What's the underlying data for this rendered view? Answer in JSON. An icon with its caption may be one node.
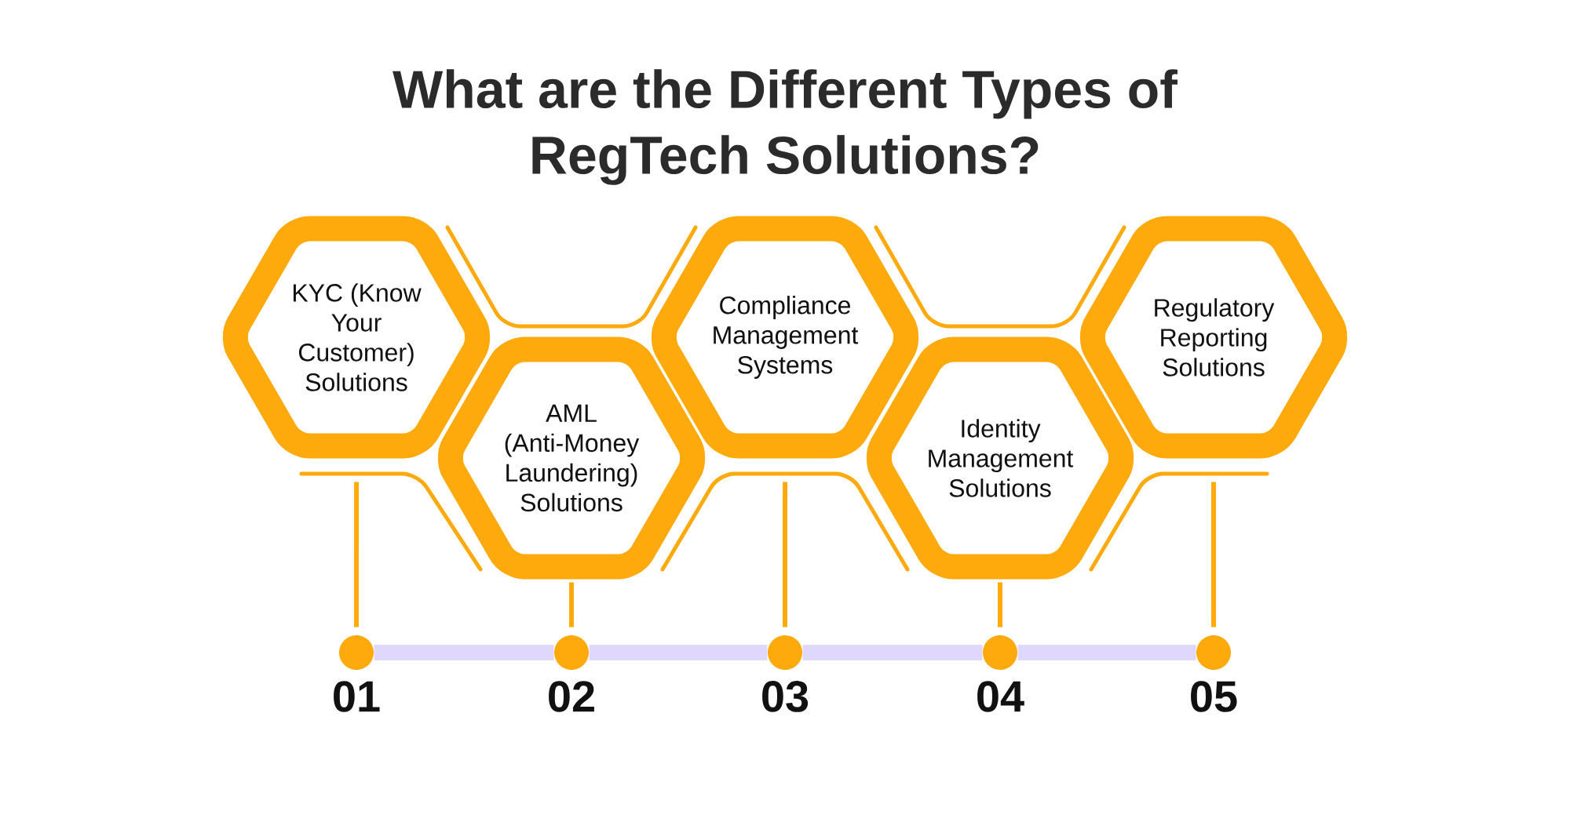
{
  "diagram": {
    "title": "What are the Different Types of RegTech Solutions?",
    "nodes": [
      {
        "text": [
          "KYC (Know Your Customer) Solutions"
        ]
      },
      {
        "text": [
          "AML (Anti-Money Laundering) Solutions"
        ]
      },
      {
        "text": [
          "Compliance Management Systems"
        ]
      },
      {
        "text": [
          "Identity Management Solutions"
        ]
      },
      {
        "text": [
          "Regulatory Reporting Solutions"
        ]
      },
      {
        "text": [],
        "shape": "circle",
        "beside": [
          "01"
        ]
      },
      {
        "text": [],
        "shape": "circle",
        "beside": [
          "02"
        ]
      },
      {
        "text": [],
        "shape": "circle",
        "beside": [
          "03"
        ]
      },
      {
        "text": [],
        "shape": "circle",
        "beside": [
          "04"
        ]
      },
      {
        "text": [],
        "shape": "circle",
        "beside": [
          "05"
        ]
      }
    ],
    "edges": [
      {
        "from": 0,
        "to": 5,
        "arrow": "none"
      },
      {
        "from": 1,
        "to": 6,
        "arrow": "none"
      },
      {
        "from": 2,
        "to": 7,
        "arrow": "none"
      },
      {
        "from": 3,
        "to": 8,
        "arrow": "none"
      },
      {
        "from": 4,
        "to": 9,
        "arrow": "none"
      },
      {
        "from": 5,
        "to": 6,
        "arrow": "none",
        "style": "thick",
        "color": "#e0d8fc"
      },
      {
        "from": 6,
        "to": 7,
        "arrow": "none",
        "style": "thick",
        "color": "#e0d8fc"
      },
      {
        "from": 7,
        "to": 8,
        "arrow": "none",
        "style": "thick",
        "color": "#e0d8fc"
      },
      {
        "from": 8,
        "to": 9,
        "arrow": "none",
        "style": "thick",
        "color": "#e0d8fc"
      }
    ]
  }
}
